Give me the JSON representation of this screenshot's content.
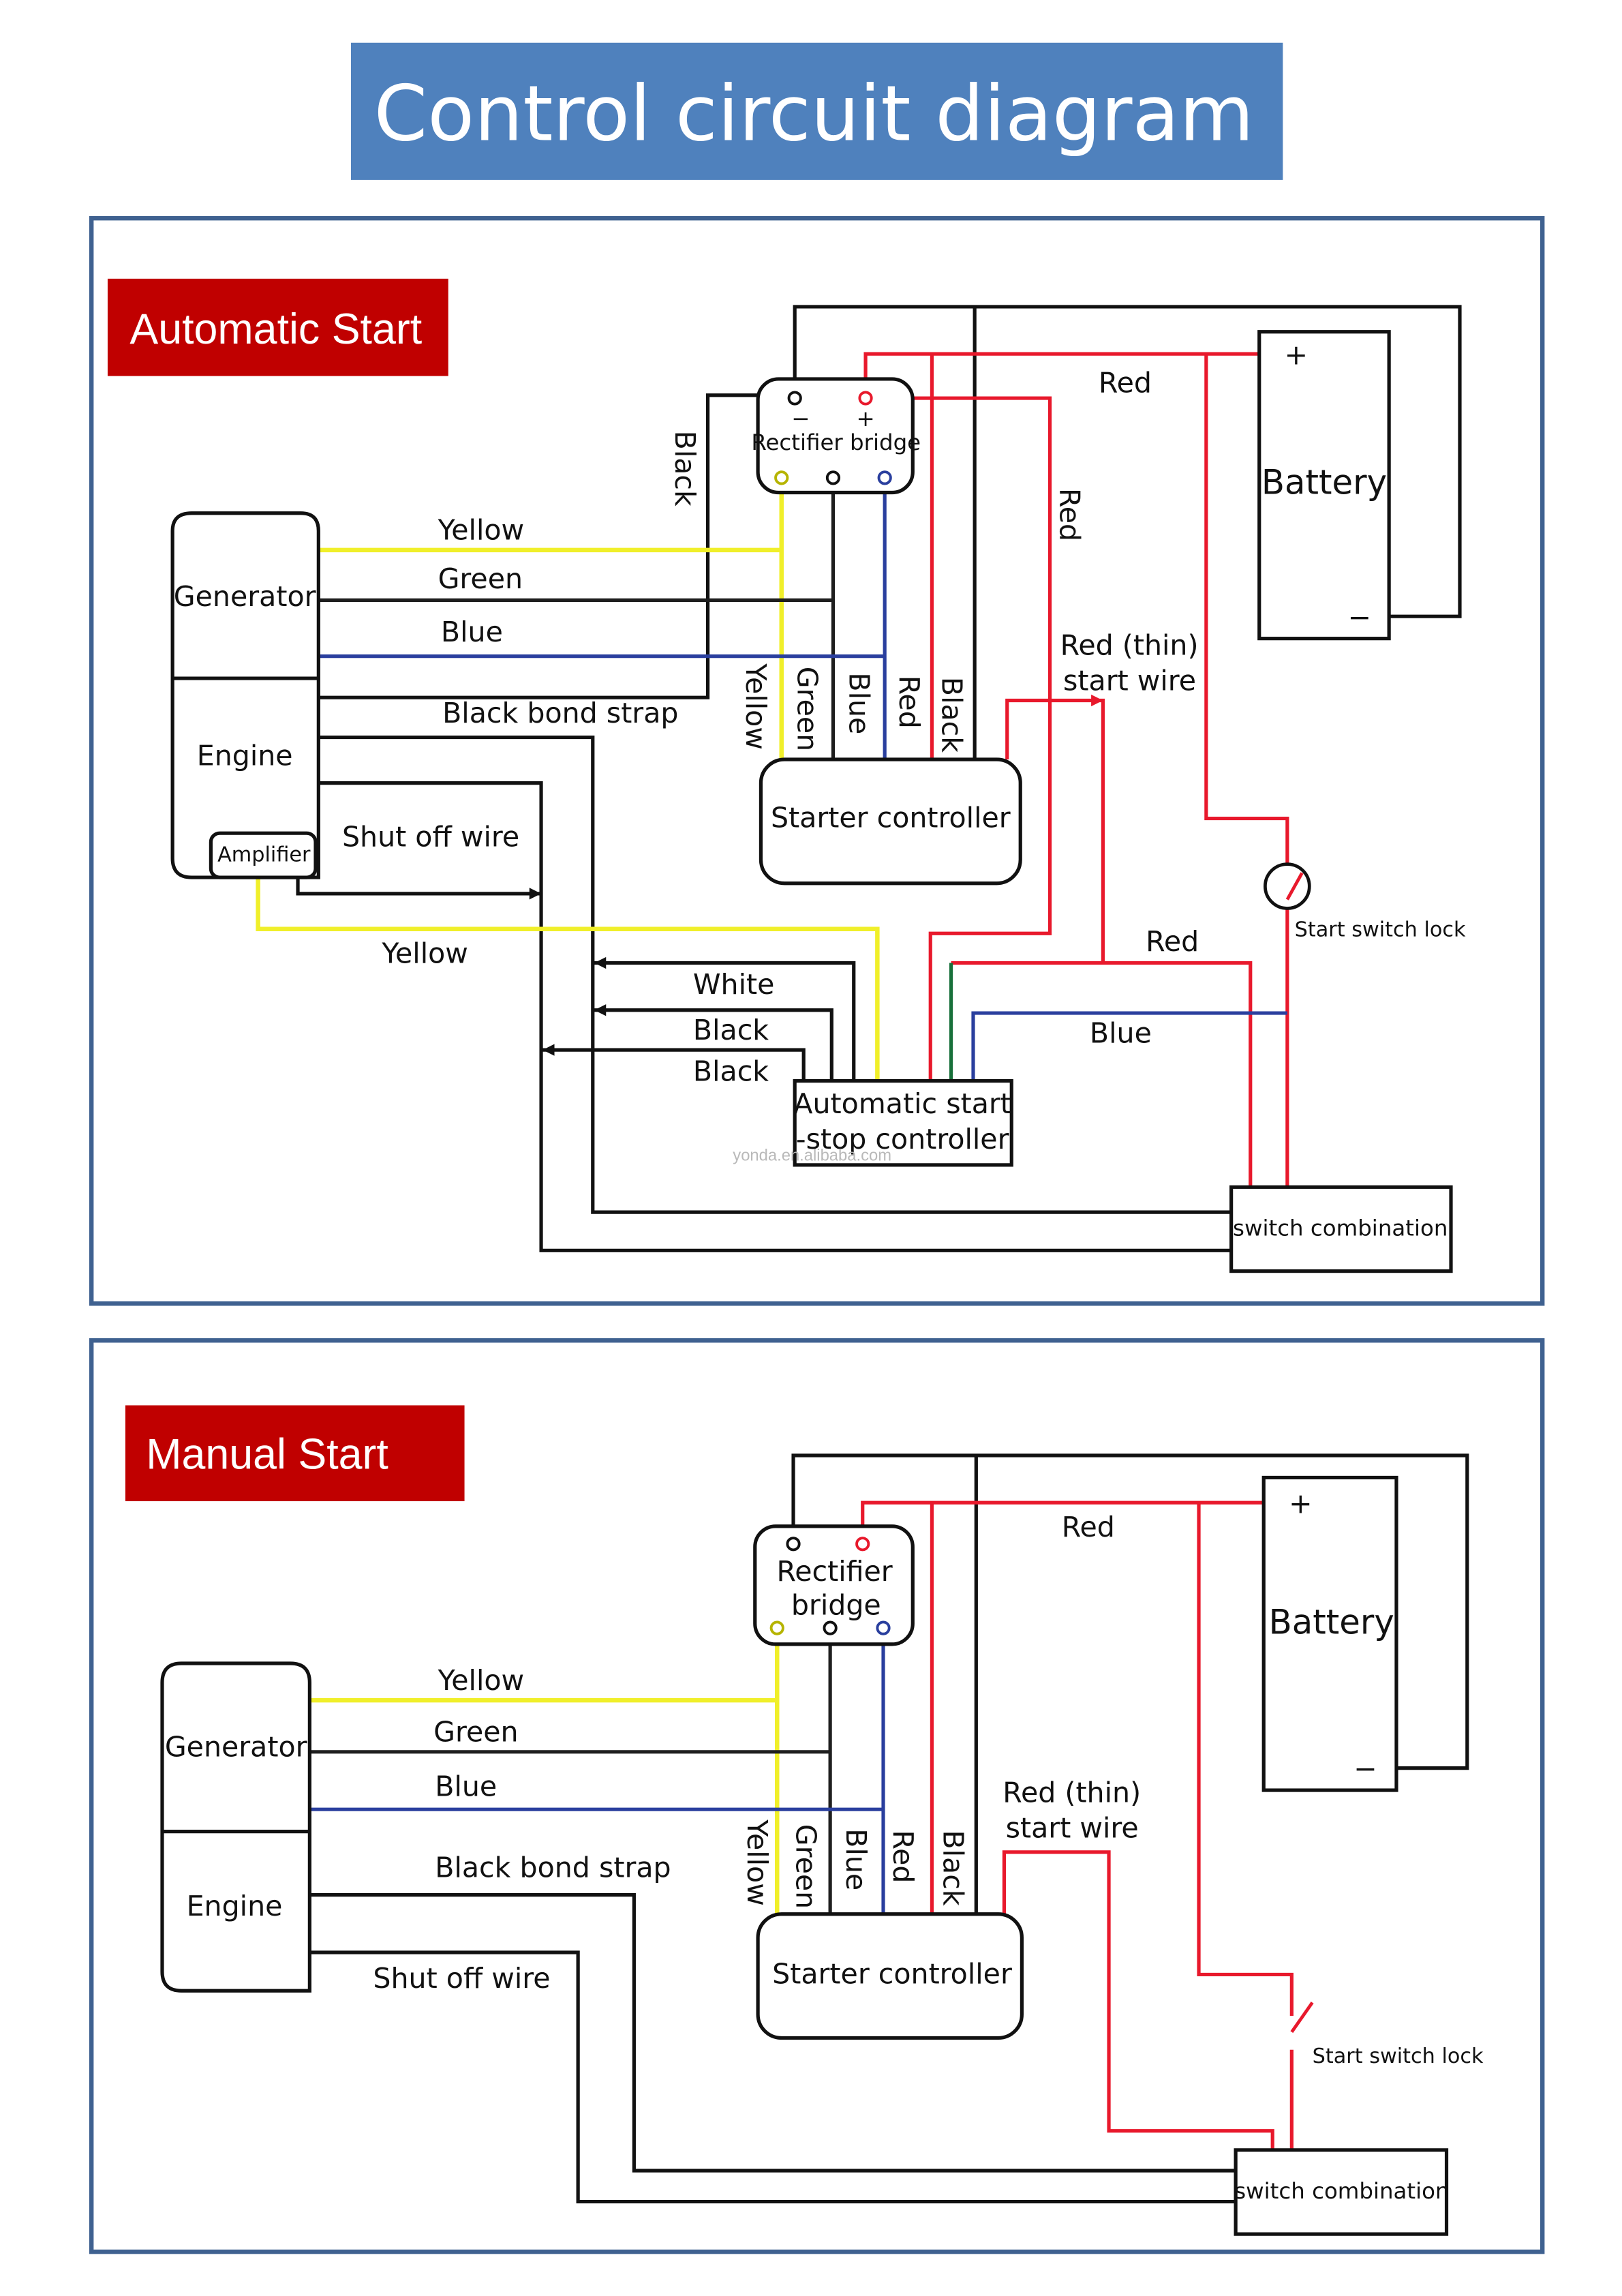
{
  "title": "Control circuit diagram",
  "colors": {
    "title_banner": "#4f81bd",
    "section_tag": "#c00000",
    "panel_border": "#3f6190",
    "wire_red": "#e8192c",
    "wire_yellow": "#f0ef2a",
    "wire_blue": "#2a3f9e",
    "wire_green": "#17703a",
    "wire_black": "#111111"
  },
  "panels": [
    {
      "section": "Automatic Start",
      "components": {
        "generator": "Generator",
        "engine": "Engine",
        "amplifier": "Amplifier",
        "rectifier_bridge": "Rectifier bridge",
        "rectifier_minus": "−",
        "rectifier_plus": "+",
        "battery": "Battery",
        "battery_plus": "+",
        "battery_minus": "−",
        "starter_controller": "Starter controller",
        "auto_controller_line1": "Automatic start",
        "auto_controller_line2": "-stop controller",
        "start_switch_lock": "Start switch lock",
        "switch_combination": "switch combination"
      },
      "wire_labels": {
        "yellow": "Yellow",
        "green": "Green",
        "blue": "Blue",
        "black_bond_strap": "Black bond strap",
        "shut_off_wire": "Shut off wire",
        "amp_yellow": "Yellow",
        "black_vertical": "Black",
        "red_top": "Red",
        "red_vertical": "Red",
        "red_thin_1": "Red (thin)",
        "red_thin_2": "start wire",
        "sc_yellow": "Yellow",
        "sc_green": "Green",
        "sc_blue": "Blue",
        "sc_red": "Red",
        "sc_black": "Black",
        "white": "White",
        "black1": "Black",
        "black2": "Black",
        "red_lower": "Red",
        "blue_lower": "Blue"
      },
      "watermark": "yonda.en.alibaba.com"
    },
    {
      "section": "Manual Start",
      "components": {
        "generator": "Generator",
        "engine": "Engine",
        "rectifier_line1": "Rectifier",
        "rectifier_line2": "bridge",
        "battery": "Battery",
        "battery_plus": "+",
        "battery_minus": "−",
        "starter_controller": "Starter controller",
        "start_switch_lock": "Start switch lock",
        "switch_combination": "switch combination"
      },
      "wire_labels": {
        "yellow": "Yellow",
        "green": "Green",
        "blue": "Blue",
        "black_bond_strap": "Black bond strap",
        "shut_off_wire": "Shut off wire",
        "red_top": "Red",
        "red_thin_1": "Red (thin)",
        "red_thin_2": "start wire",
        "sc_yellow": "Yellow",
        "sc_green": "Green",
        "sc_blue": "Blue",
        "sc_red": "Red",
        "sc_black": "Black"
      }
    }
  ]
}
